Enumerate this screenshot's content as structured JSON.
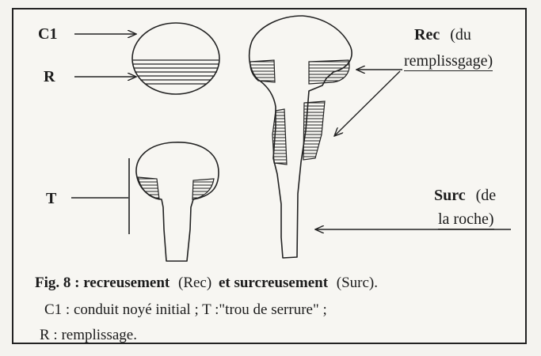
{
  "labels": {
    "c1": "C1",
    "r": "R",
    "t": "T",
    "rec_title": "Rec",
    "rec_du": "(du",
    "rec_line2": "remplissgage)",
    "surc_title": "Surc",
    "surc_de": "(de",
    "surc_line2": "la roche)"
  },
  "caption": {
    "fig_label": "Fig. 8",
    "sep": " : ",
    "term1": "recreusement",
    "abbr1": "(Rec)",
    "et": "et",
    "term2": "surcreusement",
    "abbr2": "(Surc).",
    "line2": "C1 : conduit noyé initial ;  T :\"trou de serrure\" ;",
    "line3": "R : remplissage."
  }
}
